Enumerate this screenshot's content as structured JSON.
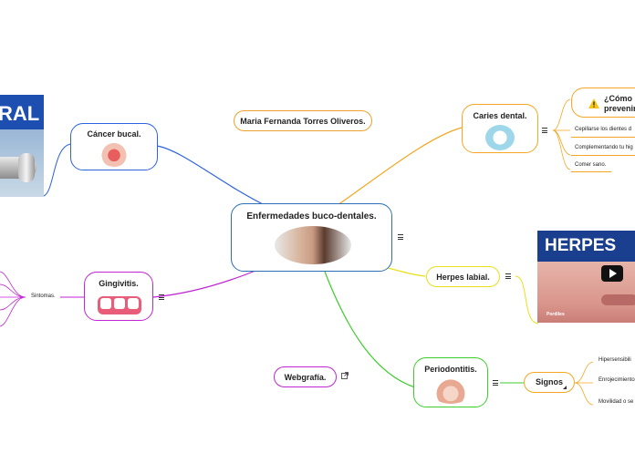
{
  "central": {
    "title": "Enfermedades buco-dentales."
  },
  "author": {
    "text": "Maria Fernanda Torres Oliveros."
  },
  "cancer": {
    "title": "Cáncer bucal.",
    "banner_text": "RAL"
  },
  "gingivitis": {
    "title": "Gingivitis.",
    "subtopic": "Sintomas."
  },
  "caries": {
    "title": "Caries dental.",
    "prevent_title": "¿Cómo prevenir",
    "items": [
      "Cepillarse los dientes d",
      "Complementando tu hig",
      "Comer sano."
    ]
  },
  "herpes": {
    "title": "Herpes labial.",
    "banner_text": "HERPES",
    "brand": "Pordiles"
  },
  "periodontitis": {
    "title": "Periodontitis.",
    "signs_title": "Signos",
    "items": [
      "Hipersensibili",
      "Enrojecimiento",
      "Movilidad o se"
    ]
  },
  "webgrafia": {
    "title": "Webgrafía."
  },
  "colors": {
    "cancer": "#2d63e0",
    "gingivitis": "#c026d3",
    "caries": "#f5a623",
    "herpes": "#e8e01c",
    "periodontitis": "#3ccc2c",
    "central": "#2f6fb5",
    "author": "#f0a030",
    "webgrafia": "#c026d3"
  },
  "icons": [
    "menu-icon",
    "warning-icon",
    "play-icon",
    "external-link-icon",
    "tooth-icon",
    "mouth-icon",
    "teeth-icon",
    "face-icon"
  ]
}
